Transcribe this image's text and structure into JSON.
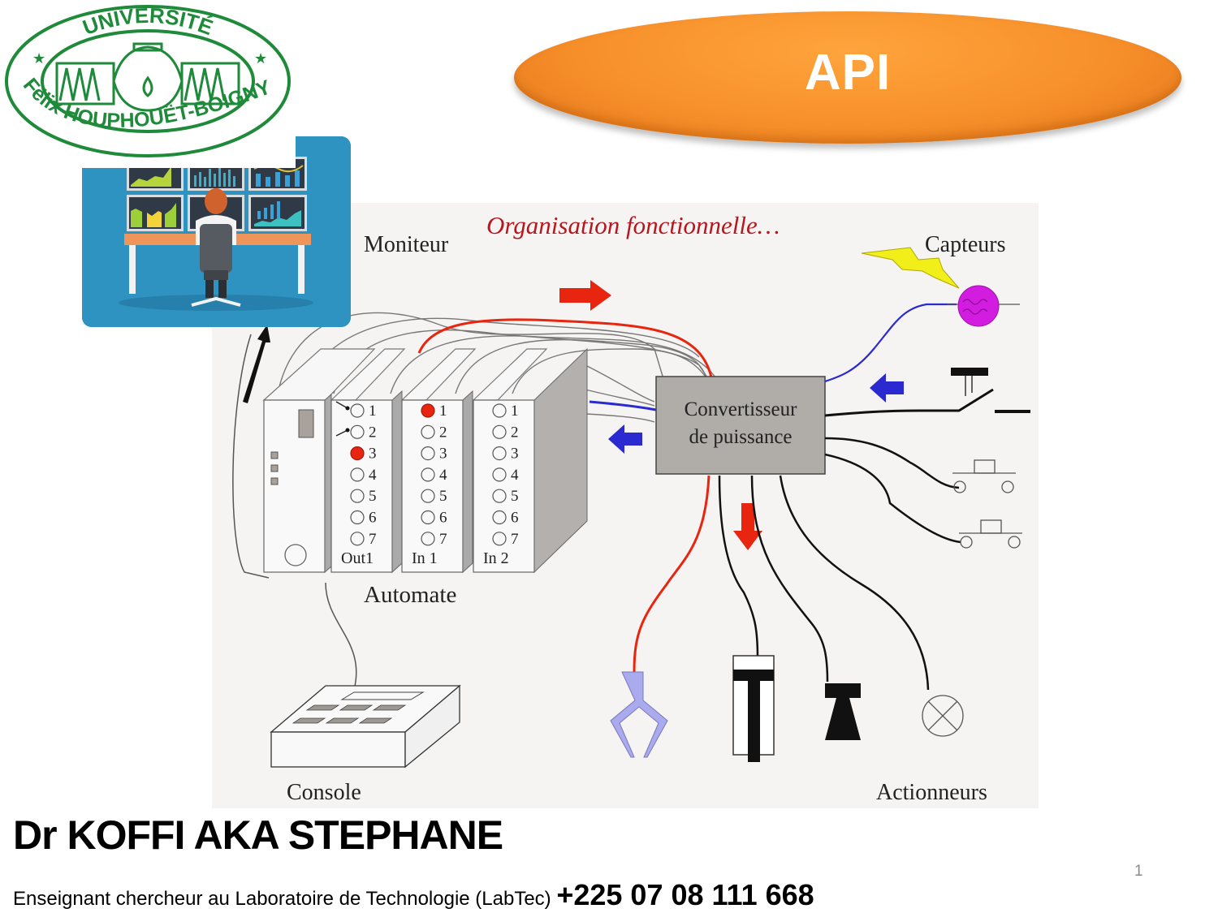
{
  "slide": {
    "title": "API",
    "page_number": "1"
  },
  "logo": {
    "top_text": "UNIVERSITÉ",
    "bottom_text": "Félix HOUPHOUËT-BOIGNY",
    "color": "#1e8a3a"
  },
  "diagram": {
    "heading": "Organisation fonctionnelle…",
    "labels": {
      "monitor": "Moniteur",
      "sensors": "Capteurs",
      "automaton": "Automate",
      "console": "Console",
      "actuators": "Actionneurs",
      "converter_line1": "Convertisseur",
      "converter_line2": "de puissance"
    },
    "modules": [
      {
        "name": "Out1",
        "channels": [
          "1",
          "2",
          "3",
          "4",
          "5",
          "6",
          "7"
        ],
        "active": [
          3
        ]
      },
      {
        "name": "In 1",
        "channels": [
          "1",
          "2",
          "3",
          "4",
          "5",
          "6",
          "7"
        ],
        "active": [
          1
        ]
      },
      {
        "name": "In 2",
        "channels": [
          "1",
          "2",
          "3",
          "4",
          "5",
          "6",
          "7"
        ],
        "active": []
      }
    ],
    "colors": {
      "signal_red": "#e8250f",
      "signal_blue": "#2a2ad0",
      "sensor_magenta": "#d21ce0",
      "lightning_yellow": "#f2ee1a",
      "gripper_lavender": "#aaaaee",
      "converter_gray": "#b0aca8"
    }
  },
  "footer": {
    "author": "Dr KOFFI AKA STEPHANE",
    "affiliation": "Enseignant chercheur au Laboratoire de Technologie  (LabTec)",
    "phone": "+225 07 08 111 668"
  }
}
